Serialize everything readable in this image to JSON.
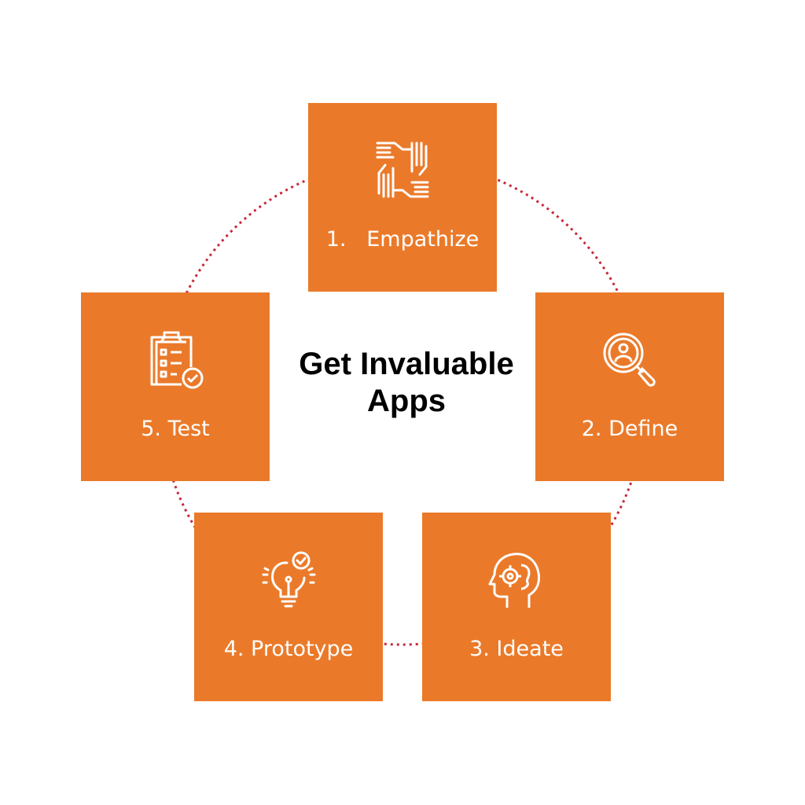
{
  "title": {
    "line1": "Get Invaluable",
    "line2": "Apps"
  },
  "steps": [
    {
      "label": "1.   Empathize",
      "icon": "hands-together-icon"
    },
    {
      "label": "2. Define",
      "icon": "magnifier-user-icon"
    },
    {
      "label": "3. Ideate",
      "icon": "head-gear-brain-icon"
    },
    {
      "label": "4. Prototype",
      "icon": "lightbulb-check-icon"
    },
    {
      "label": "5. Test",
      "icon": "clipboard-check-icon"
    }
  ],
  "colors": {
    "box": "#ea7a2a",
    "ring": "#c8283a",
    "text": "#ffffff"
  }
}
